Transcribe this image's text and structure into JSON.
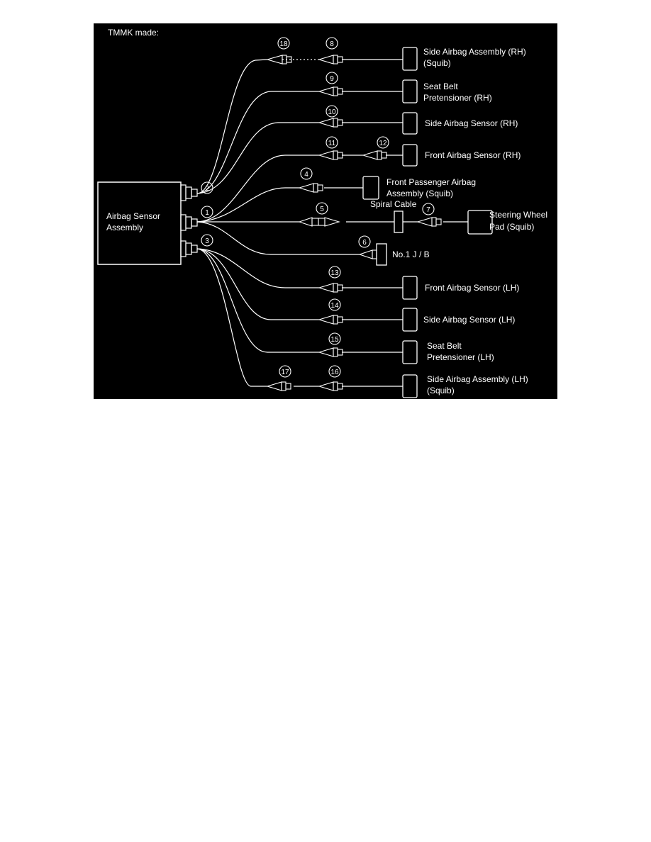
{
  "diagram": {
    "title": "TMMK made:",
    "colors": {
      "background": "#000000",
      "line": "#ffffff"
    },
    "ecu": {
      "line1": "Airbag Sensor",
      "line2": "Assembly"
    },
    "ports": {
      "p2": "2",
      "p1": "1",
      "p3": "3"
    },
    "numbers": {
      "n18": "18",
      "n8": "8",
      "n9": "9",
      "n10": "10",
      "n11": "11",
      "n12": "12",
      "n4": "4",
      "n5": "5",
      "n7": "7",
      "n6": "6",
      "n13": "13",
      "n14": "14",
      "n15": "15",
      "n17": "17",
      "n16": "16"
    },
    "components": {
      "side_airbag_rh": {
        "line1": "Side Airbag Assembly (RH)",
        "line2": "(Squib)"
      },
      "seat_belt_rh": {
        "line1": "Seat Belt",
        "line2": "Pretensioner (RH)"
      },
      "side_sensor_rh": {
        "line1": "Side Airbag Sensor (RH)"
      },
      "front_sensor_rh": {
        "line1": "Front Airbag Sensor (RH)"
      },
      "front_passenger": {
        "line1": "Front Passenger Airbag",
        "line2": "Assembly (Squib)"
      },
      "spiral_cable": {
        "line1": "Spiral Cable"
      },
      "steering_wheel": {
        "line1": "Steering Wheel",
        "line2": "Pad (Squib)"
      },
      "jb": {
        "line1": "No.1 J / B"
      },
      "front_sensor_lh": {
        "line1": "Front Airbag Sensor (LH)"
      },
      "side_sensor_lh": {
        "line1": "Side Airbag Sensor (LH)"
      },
      "seat_belt_lh": {
        "line1": "Seat Belt",
        "line2": "Pretensioner (LH)"
      },
      "side_airbag_lh": {
        "line1": "Side Airbag Assembly (LH)",
        "line2": "(Squib)"
      }
    }
  }
}
